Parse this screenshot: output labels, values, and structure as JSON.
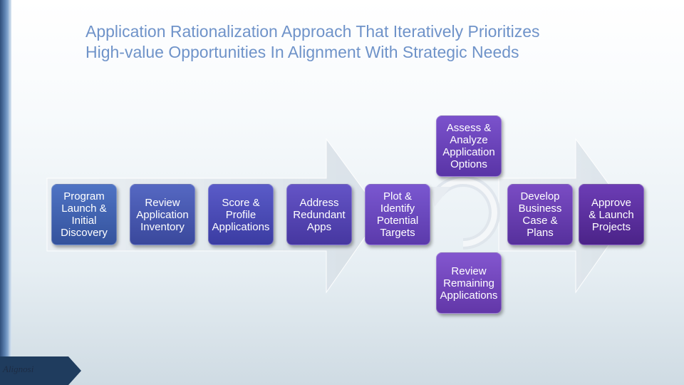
{
  "title": {
    "line1": "Application Rationalization Approach That Iteratively Prioritizes",
    "line2": "High-value Opportunities In Alignment With Strategic Needs"
  },
  "steps": [
    {
      "label": "Program\nLaunch &\nInitial\nDiscovery",
      "color": "#3f5fb0"
    },
    {
      "label": "Review\nApplication\nInventory",
      "color": "#4455b2"
    },
    {
      "label": "Score &\nProfile\nApplications",
      "color": "#4a4cb7"
    },
    {
      "label": "Address\nRedundant\nApps",
      "color": "#5546b6"
    },
    {
      "label": "Plot &\nIdentify\nPotential\nTargets",
      "color": "#6a48c2"
    },
    {
      "label": "Assess &\nAnalyze\nApplication\nOptions",
      "color": "#6a43bd"
    },
    {
      "label": "Review\nRemaining\nApplications",
      "color": "#7046bf"
    },
    {
      "label": "Develop\nBusiness\nCase &\nPlans",
      "color": "#6a3eb2"
    },
    {
      "label": "Approve\n& Launch\nProjects",
      "color": "#5b2e9e"
    }
  ],
  "logo": {
    "text": "Alignosi"
  }
}
